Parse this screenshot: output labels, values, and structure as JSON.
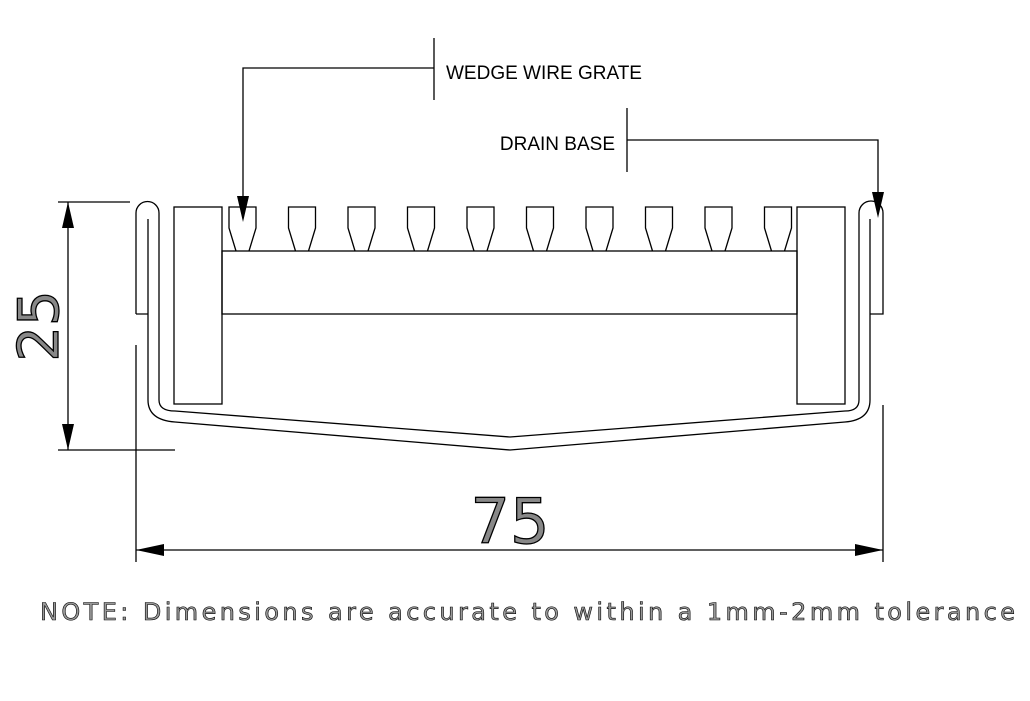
{
  "labels": {
    "grate": "WEDGE WIRE GRATE",
    "base": "DRAIN BASE"
  },
  "dimensions": {
    "height": "25",
    "width": "75"
  },
  "note": "NOTE: Dimensions are accurate to within a 1mm-2mm tolerance",
  "wire_count": 10
}
